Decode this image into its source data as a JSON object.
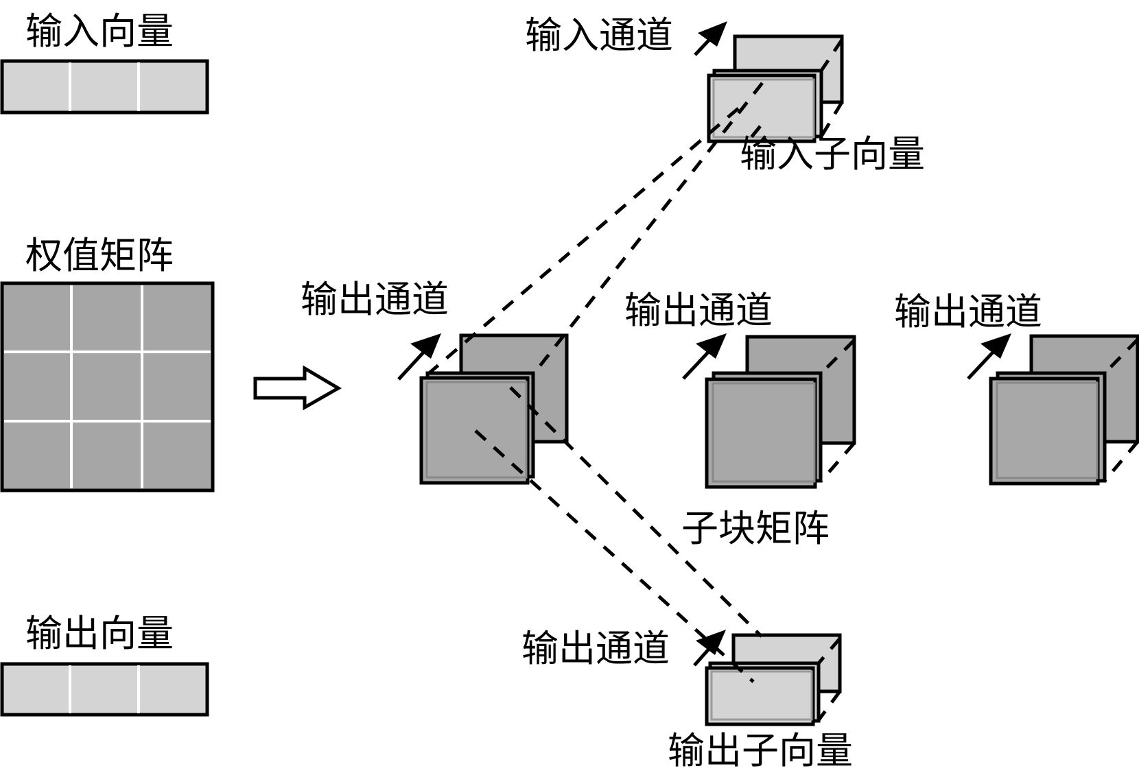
{
  "labels": {
    "input_vector": "输入向量",
    "weight_matrix": "权值矩阵",
    "output_vector": "输出向量",
    "input_channel": "输入通道",
    "input_subvector": "输入子向量",
    "output_channel_1": "输出通道",
    "output_channel_2": "输出通道",
    "output_channel_3": "输出通道",
    "submatrix": "子块矩阵",
    "output_channel_bottom": "输出通道",
    "output_subvector": "输出子向量"
  },
  "structure": {
    "input_vector_segments": 3,
    "weight_matrix_grid": [
      3,
      3
    ],
    "output_vector_segments": 3,
    "submatrix_groups": 3,
    "layers_per_group": 3
  },
  "colors": {
    "matrix_fill": "#a6a6a6",
    "vector_fill": "#d4d4d4",
    "stroke": "#000000",
    "divider": "#ffffff"
  }
}
